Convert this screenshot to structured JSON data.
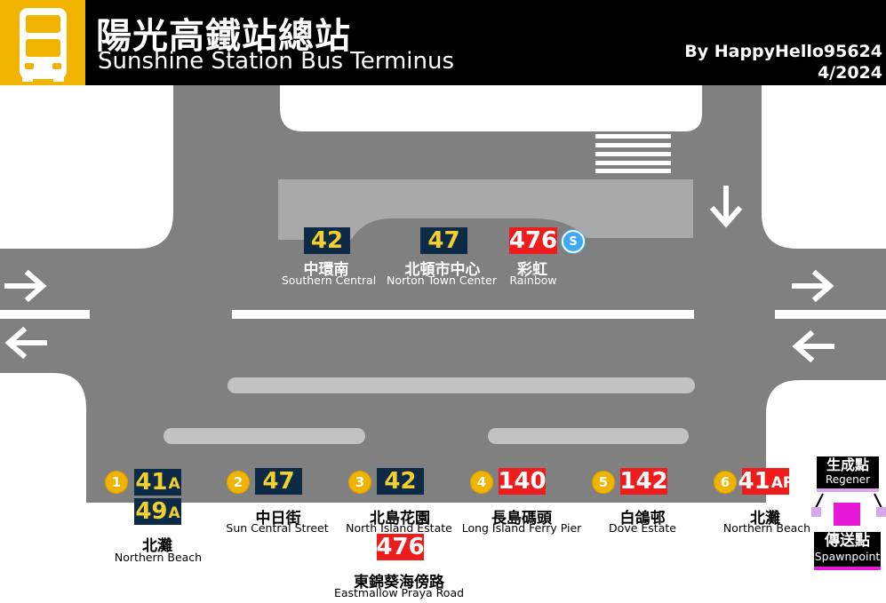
{
  "header": {
    "title_zh": "陽光高鐵站總站",
    "title_en": "Sunshine Station Bus Terminus",
    "credit": "By HappyHello95624",
    "date": "4/2024",
    "logo_icon": "double-decker-bus-icon"
  },
  "colors": {
    "road": "#808080",
    "island": "#c2c2c2",
    "route_dark_bg": "#0d2a47",
    "route_dark_fg": "#f3cf2e",
    "route_red_bg": "#ee1c1c",
    "bay_circle": "#f0b400",
    "spawn": "#e619d9"
  },
  "top_stops": [
    {
      "route": "42",
      "style": "dark",
      "dest_zh": "中環南",
      "dest_en": "Southern Central"
    },
    {
      "route": "47",
      "style": "dark",
      "dest_zh": "北頓市中心",
      "dest_en": "Norton Town Center"
    },
    {
      "route": "476",
      "style": "red",
      "dest_zh": "彩虹",
      "dest_en": "Rainbow",
      "icon": "S"
    }
  ],
  "bays": [
    {
      "number": "1",
      "routes": [
        {
          "num": "41",
          "suffix": "A",
          "style": "dark"
        },
        {
          "num": "49",
          "suffix": "A",
          "style": "dark"
        }
      ],
      "dest_zh": "北灘",
      "dest_en": "Northern Beach"
    },
    {
      "number": "2",
      "routes": [
        {
          "num": "47",
          "suffix": "",
          "style": "dark"
        }
      ],
      "dest_zh": "中日街",
      "dest_en": "Sun Central Street"
    },
    {
      "number": "3",
      "routes": [
        {
          "num": "42",
          "suffix": "",
          "style": "dark"
        },
        {
          "num": "476",
          "suffix": "",
          "style": "red"
        }
      ],
      "dest_zh": "北島花園",
      "dest_en": "North Island Estate",
      "dest2_zh": "東錦葵海傍路",
      "dest2_en": "Eastmallow Praya Road"
    },
    {
      "number": "4",
      "routes": [
        {
          "num": "140",
          "suffix": "",
          "style": "red"
        }
      ],
      "dest_zh": "長島碼頭",
      "dest_en": "Long Island Ferry Pier"
    },
    {
      "number": "5",
      "routes": [
        {
          "num": "142",
          "suffix": "",
          "style": "red"
        }
      ],
      "dest_zh": "白鴿邨",
      "dest_en": "Dove Estate"
    },
    {
      "number": "6",
      "routes": [
        {
          "num": "41",
          "suffix": "AF",
          "style": "red"
        }
      ],
      "dest_zh": "北灘",
      "dest_en": "Northern Beach"
    }
  ],
  "legend": {
    "regen_zh": "生成點",
    "regen_en": "Regener",
    "spawn_zh": "傳送點",
    "spawn_en": "Spawnpoint"
  }
}
